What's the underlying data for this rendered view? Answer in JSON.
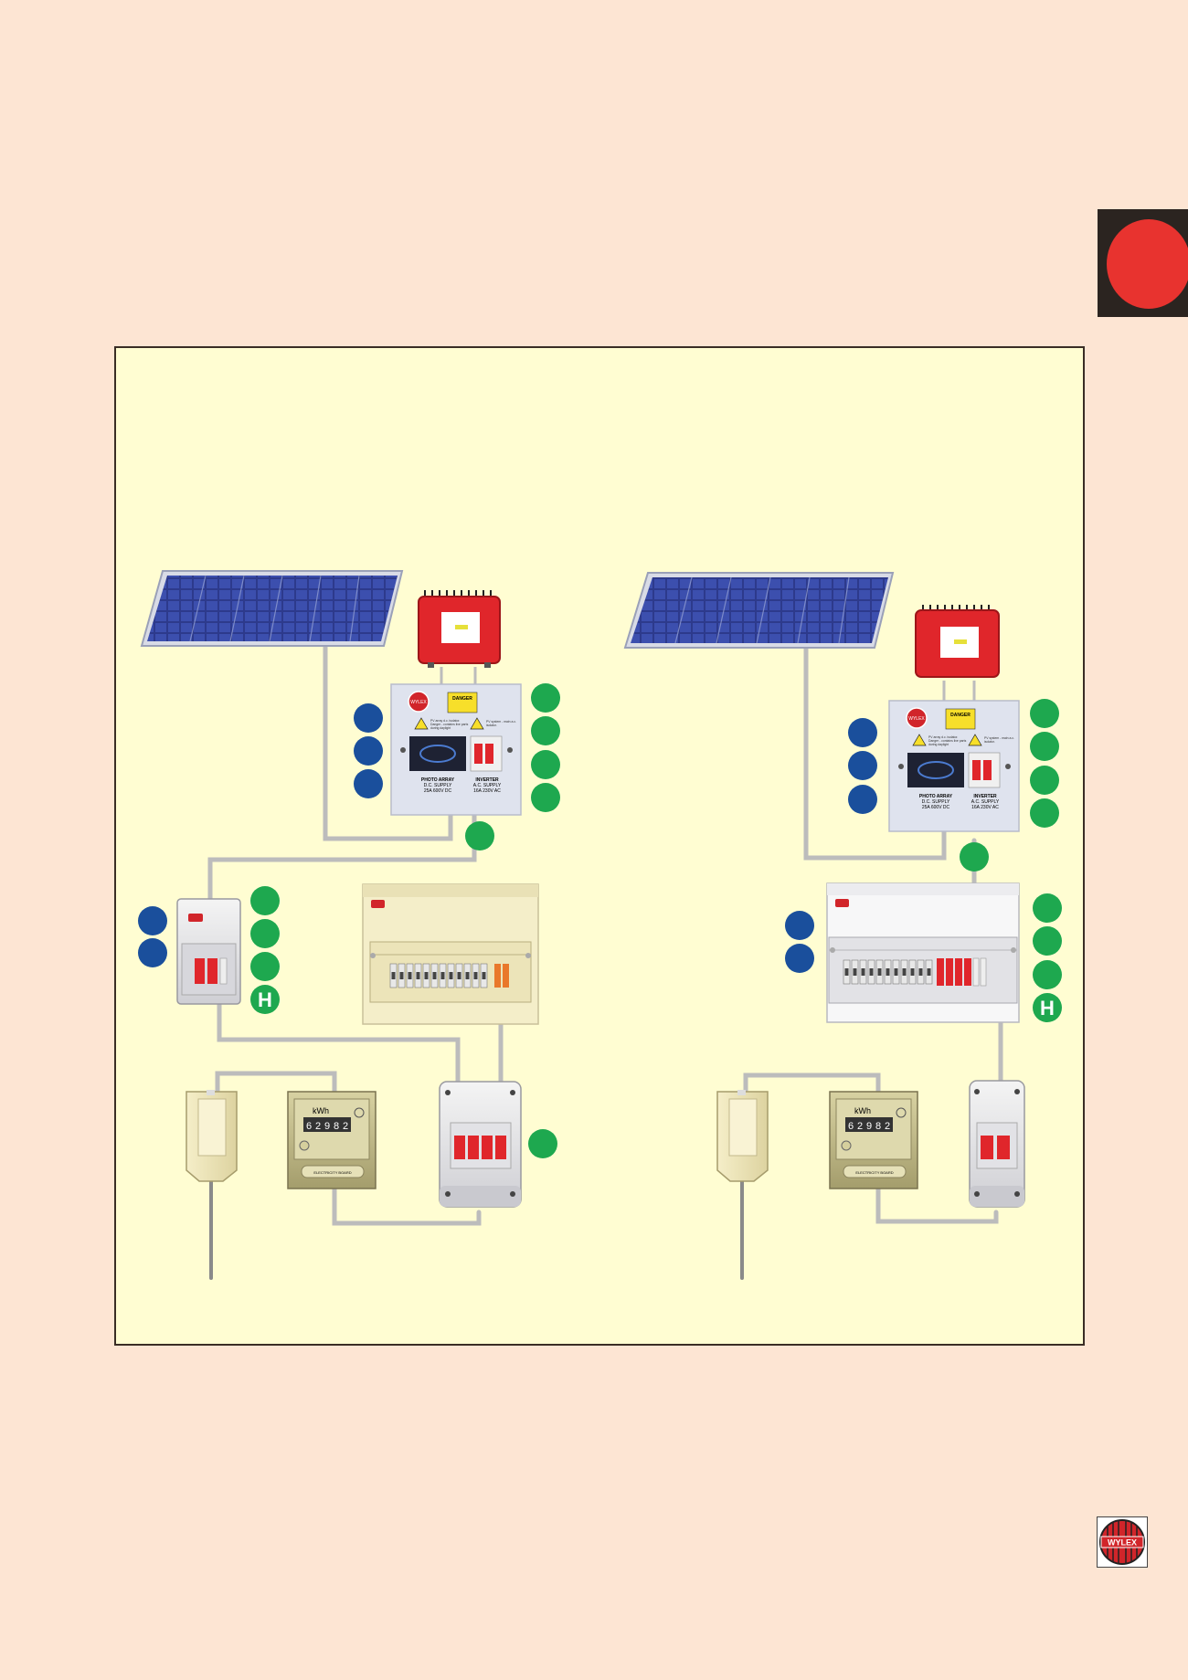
{
  "brand": "WYLEX",
  "panel_text": {
    "danger": "DANGER",
    "isolator_left": [
      "PHOTO ARRAY",
      "D.C. SUPPLY",
      "25A 600V DC"
    ],
    "isolator_right": [
      "INVERTER",
      "A.C. SUPPLY",
      "16A 230V AC"
    ],
    "note_left": [
      "PV array d.c. isolator.",
      "Danger - contains live parts",
      "during daylight"
    ],
    "note_right": [
      "PV system - main a.c.",
      "isolator."
    ]
  },
  "meter": {
    "unit": "kWh",
    "digits": [
      "6",
      "2",
      "9",
      "8",
      "2"
    ],
    "footer": "ELECTRICITY BOARD"
  },
  "badge_H": "H",
  "colors": {
    "page": "#fde5d3",
    "panel": "#fffdd2",
    "green_marker": "#1ea84f",
    "blue_marker": "#1a4f9c",
    "inverter_red": "#e0262b",
    "breaker_red": "#e0262b",
    "cable_grey": "#bcbcbc",
    "tab_red": "#e8332f",
    "tab_dark": "#2b2420"
  },
  "icons": [
    "solar-panel-icon",
    "inverter-icon",
    "dc-ac-isolator-icon",
    "consumer-unit-icon",
    "ac-isolator-icon",
    "cut-out-icon",
    "kwh-meter-icon",
    "meter-switch-icon",
    "warning-icon"
  ]
}
